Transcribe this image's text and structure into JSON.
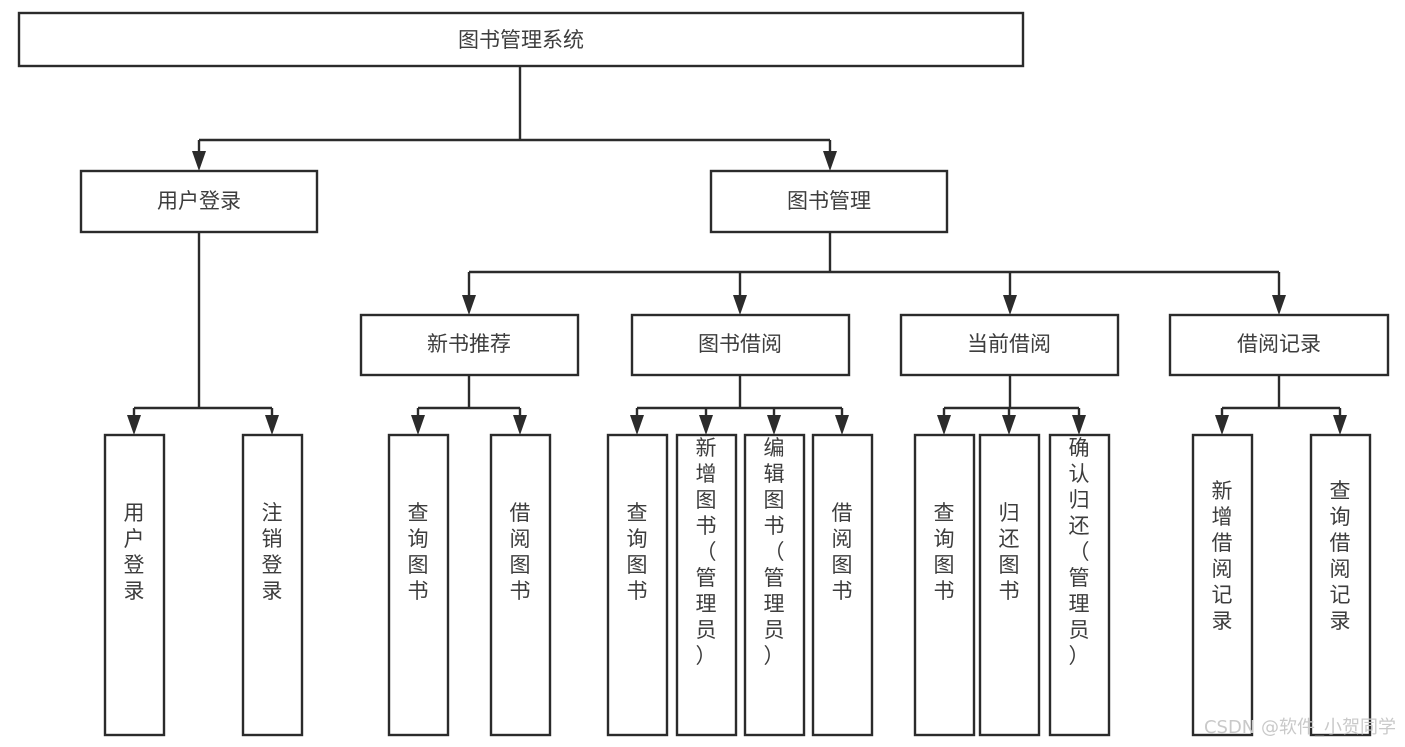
{
  "diagram": {
    "title": "图书管理系统",
    "type": "tree-hierarchy",
    "watermark": "CSDN @软件_小贺同学",
    "colors": {
      "box_stroke": "#2b2b2b",
      "box_fill": "#ffffff",
      "text": "#3d3d3d",
      "background": "#ffffff",
      "watermark": "#c9c9c9"
    },
    "levels": {
      "root": {
        "label": "图书管理系统"
      },
      "level2": [
        {
          "label": "用户登录"
        },
        {
          "label": "图书管理"
        }
      ],
      "level3": [
        {
          "label": "新书推荐"
        },
        {
          "label": "图书借阅"
        },
        {
          "label": "当前借阅"
        },
        {
          "label": "借阅记录"
        }
      ],
      "leaves": {
        "user_login": [
          {
            "label": "用户登录"
          },
          {
            "label": "注销登录"
          }
        ],
        "new_book_recommend": [
          {
            "label": "查询图书"
          },
          {
            "label": "借阅图书"
          }
        ],
        "book_borrow": [
          {
            "label": "查询图书"
          },
          {
            "label": "新增图书（管理员）"
          },
          {
            "label": "编辑图书（管理员）"
          },
          {
            "label": "借阅图书"
          }
        ],
        "current_borrow": [
          {
            "label": "查询图书"
          },
          {
            "label": "归还图书"
          },
          {
            "label": "确认归还（管理员）"
          }
        ],
        "borrow_record": [
          {
            "label": "新增借阅记录"
          },
          {
            "label": "查询借阅记录"
          }
        ]
      }
    }
  }
}
